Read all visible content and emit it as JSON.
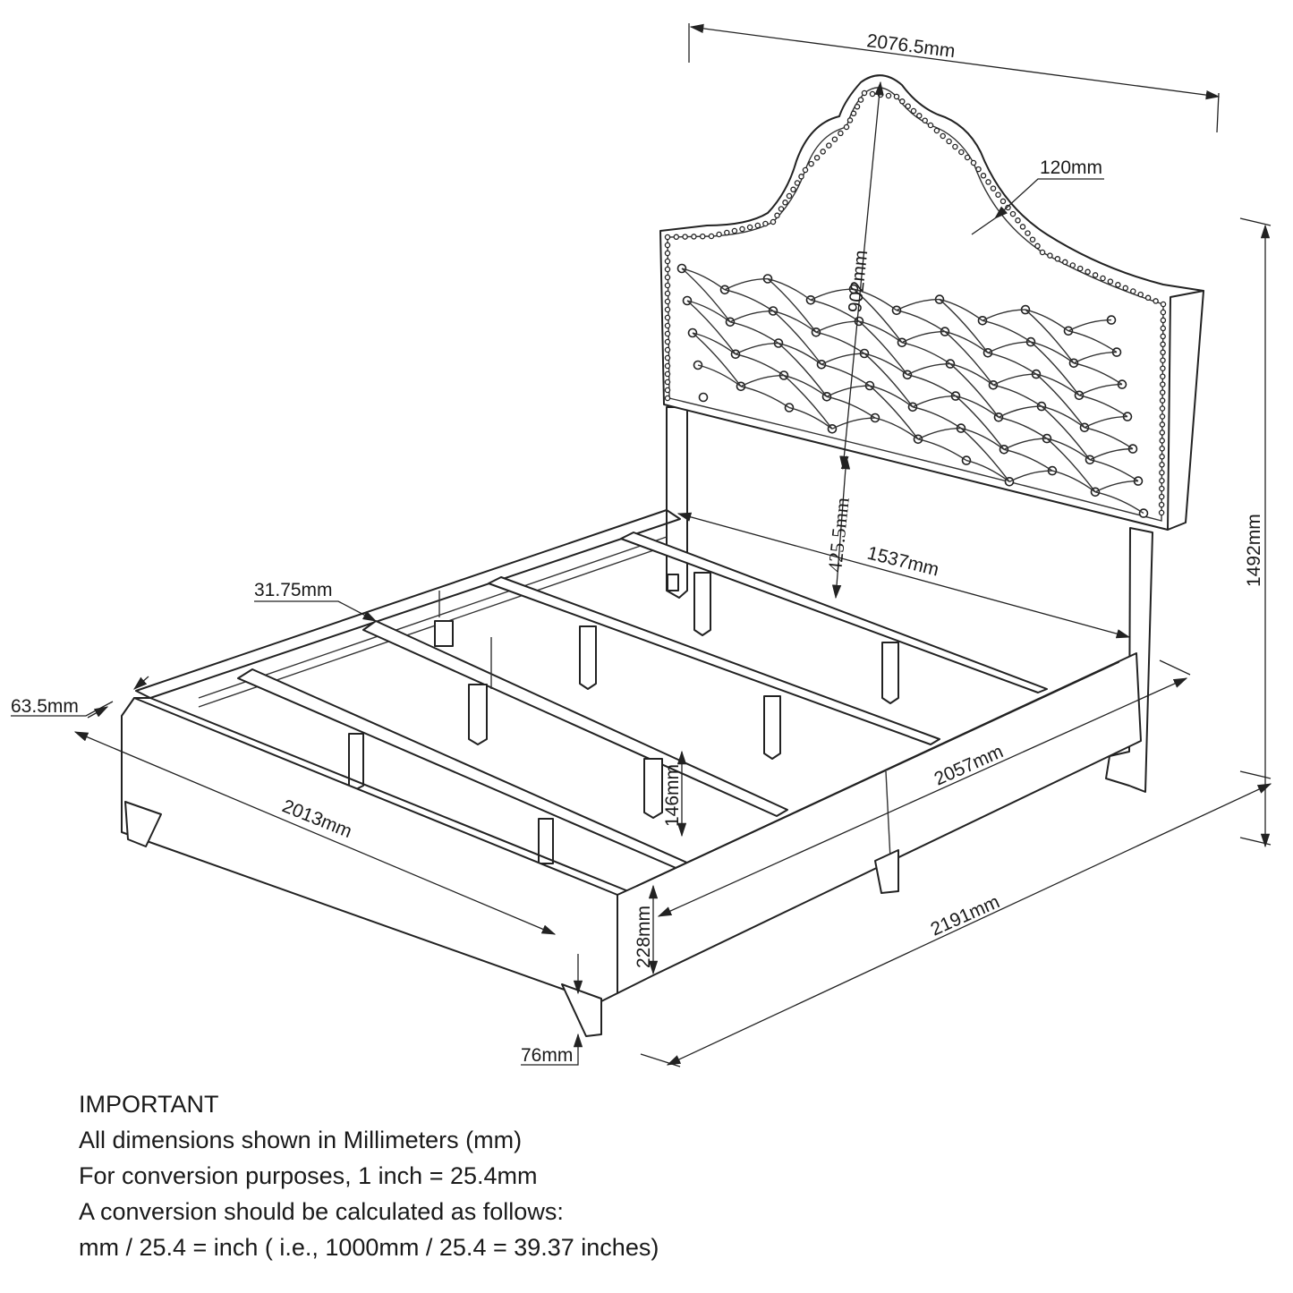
{
  "dimensions": {
    "headboard_width": "2076.5mm",
    "nailhead_trim": "120mm",
    "headboard_panel_height": "902mm",
    "headboard_clearance": "425.5mm",
    "inner_width": "1537mm",
    "total_height": "1492mm",
    "slat_width": "31.75mm",
    "rail_thickness": "63.5mm",
    "inner_length": "2013mm",
    "side_rail_length": "2057mm",
    "support_leg_height": "146mm",
    "rail_height": "228mm",
    "floor_clearance": "76mm",
    "total_length": "2191mm"
  },
  "notes": {
    "heading": "IMPORTANT",
    "lines": [
      "All dimensions shown in Millimeters (mm)",
      "For conversion purposes, 1 inch = 25.4mm",
      "A conversion should be calculated as follows:",
      "mm / 25.4 = inch ( i.e., 1000mm / 25.4 = 39.37 inches)"
    ]
  }
}
